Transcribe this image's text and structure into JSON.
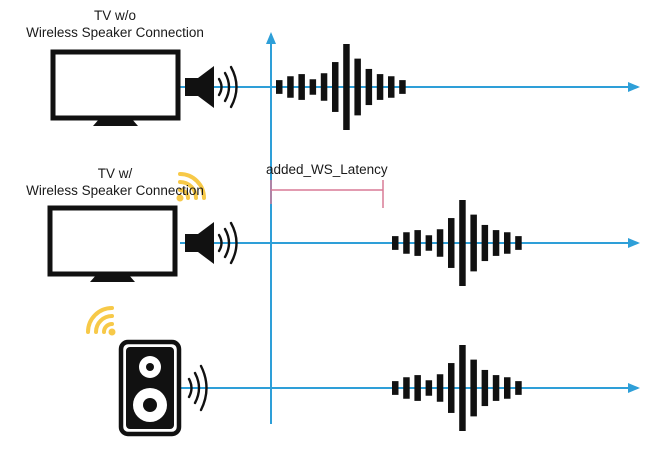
{
  "labels": {
    "tv_without_line1": "TV w/o",
    "tv_without_line2": "Wireless Speaker Connection",
    "tv_with_line1": "TV w/",
    "tv_with_line2": "Wireless Speaker Connection",
    "latency": "added_WS_Latency"
  },
  "colors": {
    "axis": "#2e9fd8",
    "device": "#111111",
    "wifi": "#f7c948",
    "latency_bracket": "#d97a96",
    "background": "#ffffff"
  },
  "icons": [
    "tv-icon",
    "speaker-icon",
    "sound-waves-icon",
    "wifi-icon",
    "loudspeaker-box-icon",
    "waveform-icon",
    "arrow-icon"
  ],
  "waveform_bar_heights": [
    0.18,
    0.32,
    0.58,
    1.0,
    0.66,
    0.42,
    0.3,
    0.25,
    0.16
  ]
}
